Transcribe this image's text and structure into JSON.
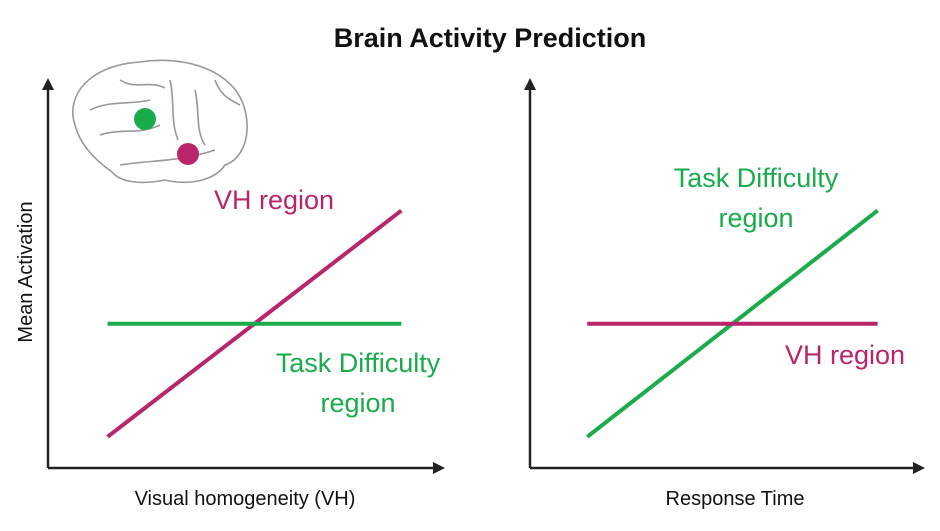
{
  "title": "Brain Activity Prediction",
  "colors": {
    "vh": "#b8256b",
    "task": "#1aab4b",
    "axis": "#222222"
  },
  "chart_data": [
    {
      "type": "line",
      "xlabel": "Visual homogeneity (VH)",
      "ylabel": "Mean Activation",
      "xlim": [
        0,
        1
      ],
      "ylim": [
        0,
        1
      ],
      "grid": false,
      "series": [
        {
          "name": "VH region",
          "label_lines": [
            "VH region"
          ],
          "color_key": "vh",
          "x": [
            0.15,
            0.89
          ],
          "y": [
            0.08,
            0.66
          ]
        },
        {
          "name": "Task Difficulty region",
          "label_lines": [
            "Task Difficulty",
            "region"
          ],
          "color_key": "task",
          "x": [
            0.15,
            0.89
          ],
          "y": [
            0.37,
            0.37
          ]
        }
      ]
    },
    {
      "type": "line",
      "xlabel": "Response Time",
      "ylabel": "",
      "xlim": [
        0,
        1
      ],
      "ylim": [
        0,
        1
      ],
      "grid": false,
      "series": [
        {
          "name": "Task Difficulty region",
          "label_lines": [
            "Task Difficulty",
            "region"
          ],
          "color_key": "task",
          "x": [
            0.145,
            0.88
          ],
          "y": [
            0.08,
            0.66
          ]
        },
        {
          "name": "VH region",
          "label_lines": [
            "VH region"
          ],
          "color_key": "vh",
          "x": [
            0.145,
            0.88
          ],
          "y": [
            0.37,
            0.37
          ]
        }
      ]
    }
  ]
}
